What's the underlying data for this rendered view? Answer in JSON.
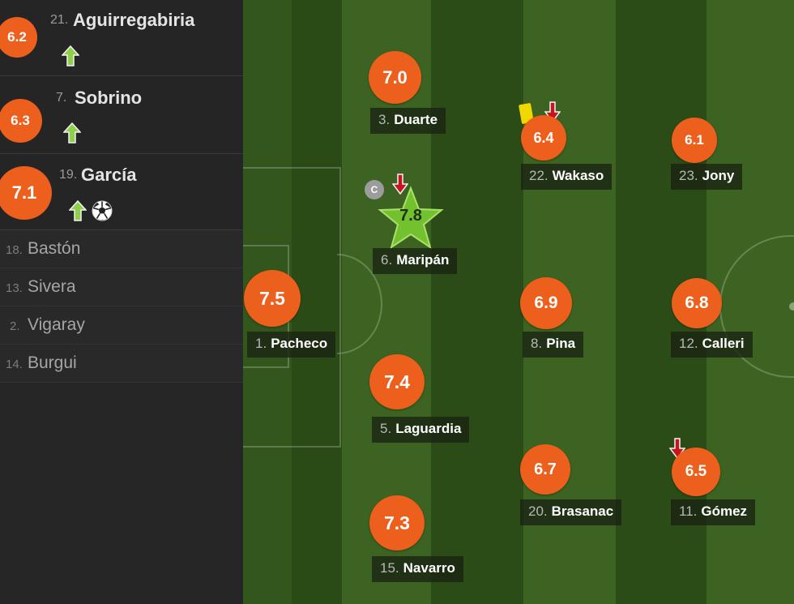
{
  "colors": {
    "rating_bg": "#ec5f1c",
    "pitch_light": "#3c6321",
    "pitch_dark": "#2a4a16",
    "sidebar_bg": "#262626",
    "sub_in_arrow": "#8fcf4b",
    "sub_out_arrow": "#c4161c",
    "yellow_card": "#f1d700",
    "best_player_star": "#74c12f"
  },
  "substitutes_used": [
    {
      "rating": "6.2",
      "number": "21.",
      "name": "Aguirregabiria",
      "icons": [
        "sub-in-arrow-icon"
      ]
    },
    {
      "rating": "6.3",
      "number": "7.",
      "name": "Sobrino",
      "icons": [
        "sub-in-arrow-icon"
      ]
    },
    {
      "rating": "7.1",
      "number": "19.",
      "name": "García",
      "icons": [
        "sub-in-arrow-icon",
        "goal-ball-icon"
      ]
    }
  ],
  "bench": [
    {
      "number": "18.",
      "name": "Bastón"
    },
    {
      "number": "13.",
      "name": "Sivera"
    },
    {
      "number": "2.",
      "name": "Vigaray"
    },
    {
      "number": "14.",
      "name": "Burgui"
    }
  ],
  "lineup": [
    {
      "id": "pacheco",
      "number": "1.",
      "name": "Pacheco",
      "rating": "7.5",
      "icons": []
    },
    {
      "id": "duarte",
      "number": "3.",
      "name": "Duarte",
      "rating": "7.0",
      "icons": []
    },
    {
      "id": "maripan",
      "number": "6.",
      "name": "Maripán",
      "rating": "7.8",
      "icons": [
        "captain-icon",
        "sub-out-arrow-icon",
        "best-player-star-icon"
      ],
      "captain_label": "C"
    },
    {
      "id": "laguardia",
      "number": "5.",
      "name": "Laguardia",
      "rating": "7.4",
      "icons": []
    },
    {
      "id": "navarro",
      "number": "15.",
      "name": "Navarro",
      "rating": "7.3",
      "icons": []
    },
    {
      "id": "wakaso",
      "number": "22.",
      "name": "Wakaso",
      "rating": "6.4",
      "icons": [
        "yellow-card-icon",
        "sub-out-arrow-icon"
      ]
    },
    {
      "id": "pina",
      "number": "8.",
      "name": "Pina",
      "rating": "6.9",
      "icons": []
    },
    {
      "id": "brasanac",
      "number": "20.",
      "name": "Brasanac",
      "rating": "6.7",
      "icons": []
    },
    {
      "id": "jony",
      "number": "23.",
      "name": "Jony",
      "rating": "6.1",
      "icons": []
    },
    {
      "id": "calleri",
      "number": "12.",
      "name": "Calleri",
      "rating": "6.8",
      "icons": []
    },
    {
      "id": "gomez",
      "number": "11.",
      "name": "Gómez",
      "rating": "6.5",
      "icons": [
        "sub-out-arrow-icon"
      ]
    }
  ]
}
